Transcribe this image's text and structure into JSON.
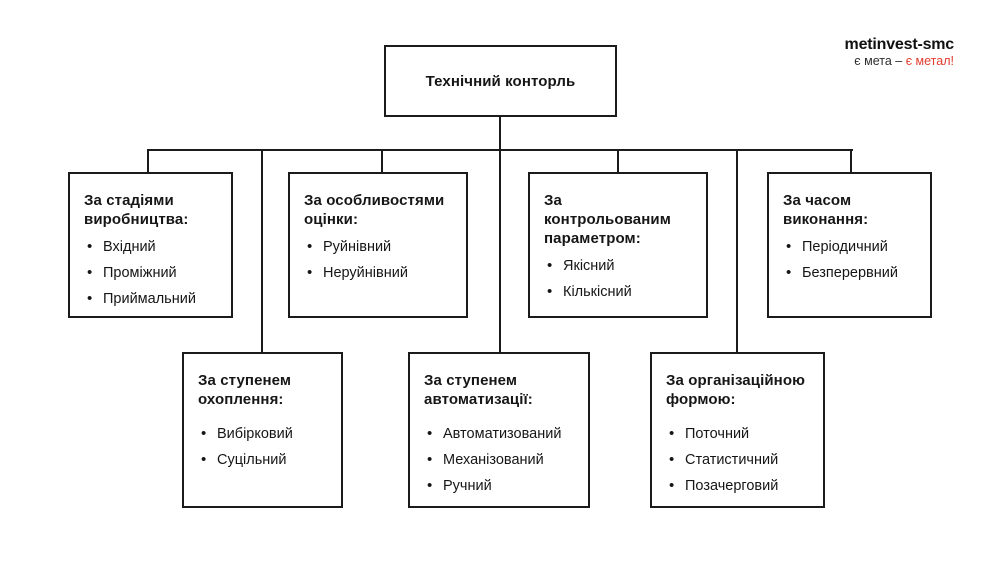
{
  "root": {
    "title": "Технічний конторль"
  },
  "logo": {
    "name": "metinvest-smc",
    "tagline_plain": "є мета – ",
    "tagline_accent": "є метал!",
    "accent_color": "#e23b30"
  },
  "branches": [
    {
      "title": "За стадіями виробництва:",
      "items": [
        "Вхідний",
        "Проміжний",
        "Приймальний"
      ]
    },
    {
      "title": "За особливостями оцінки:",
      "items": [
        "Руйнівний",
        "Неруйнівний"
      ]
    },
    {
      "title": "За контрольованим параметром:",
      "items": [
        "Якісний",
        "Кількісний"
      ]
    },
    {
      "title": "За часом виконання:",
      "items": [
        "Періодичний",
        "Безперервний"
      ]
    },
    {
      "title": "За ступенем охоплення:",
      "items": [
        "Вибірковий",
        "Суцільний"
      ]
    },
    {
      "title": "За ступенем автоматизації:",
      "items": [
        "Автоматизований",
        "Механізований",
        "Ручний"
      ]
    },
    {
      "title": "За організаційною формою:",
      "items": [
        "Поточний",
        "Статистичний",
        "Позачерговий"
      ]
    }
  ],
  "colors": {
    "line": "#1b1b1b",
    "text": "#161616",
    "background": "#ffffff"
  }
}
